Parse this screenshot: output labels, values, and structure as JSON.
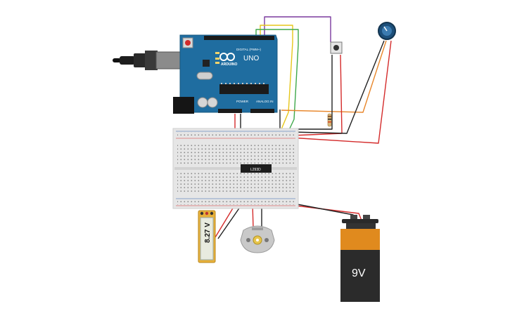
{
  "arduino": {
    "brand": "ARDUINO",
    "model": "UNO",
    "digital_header_label": "DIGITAL (PWM~)",
    "power_label": "POWER",
    "analog_label": "ANALOG IN",
    "board_color": "#1f6da0"
  },
  "driver_ic": {
    "label": "L293D"
  },
  "voltmeter": {
    "reading": "8.27 V",
    "body_color": "#e8b13a"
  },
  "battery": {
    "label": "9V",
    "cap_color": "#e08a1e",
    "body_color": "#2b2b2b"
  },
  "wire_colors": {
    "red": "#d42b2b",
    "black": "#222222",
    "yellow": "#e6c619",
    "green": "#3ea84a",
    "purple": "#7a3a9e",
    "orange": "#e8862a"
  },
  "components": {
    "usb_cable": "usb-cable",
    "potentiometer": "potentiometer",
    "push_button": "push-button",
    "resistor": "resistor",
    "dc_motor": "dc-motor"
  }
}
